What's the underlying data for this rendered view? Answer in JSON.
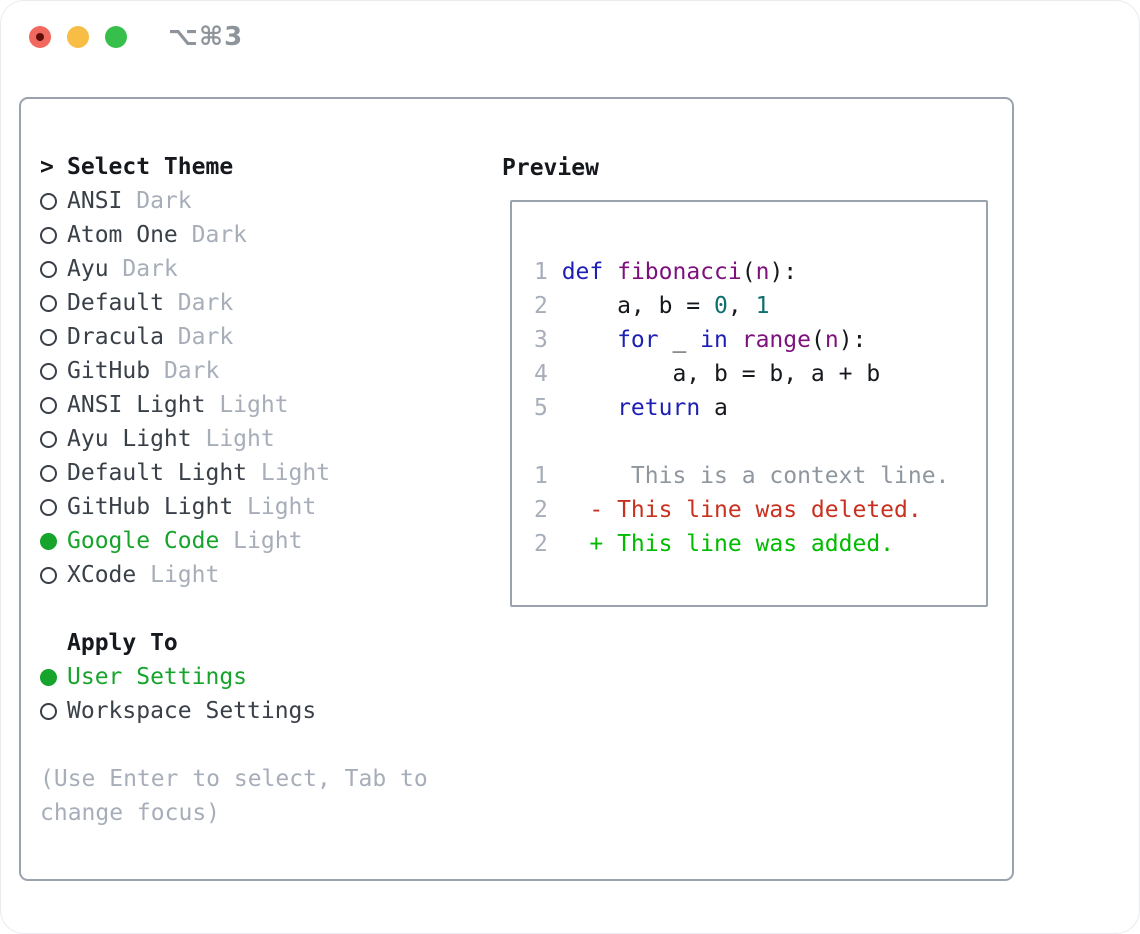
{
  "window": {
    "title": "⌥⌘3"
  },
  "theme_selector": {
    "marker": ">",
    "header": "Select Theme",
    "themes": [
      {
        "name": "ANSI",
        "variant": "Dark",
        "selected": false
      },
      {
        "name": "Atom One",
        "variant": "Dark",
        "selected": false
      },
      {
        "name": "Ayu",
        "variant": "Dark",
        "selected": false
      },
      {
        "name": "Default",
        "variant": "Dark",
        "selected": false
      },
      {
        "name": "Dracula",
        "variant": "Dark",
        "selected": false
      },
      {
        "name": "GitHub",
        "variant": "Dark",
        "selected": false
      },
      {
        "name": "ANSI Light",
        "variant": "Light",
        "selected": false
      },
      {
        "name": "Ayu Light",
        "variant": "Light",
        "selected": false
      },
      {
        "name": "Default Light",
        "variant": "Light",
        "selected": false
      },
      {
        "name": "GitHub Light",
        "variant": "Light",
        "selected": false
      },
      {
        "name": "Google Code",
        "variant": "Light",
        "selected": true
      },
      {
        "name": "XCode",
        "variant": "Light",
        "selected": false
      }
    ],
    "apply_to": {
      "header": "Apply To",
      "options": [
        {
          "name": "User Settings",
          "selected": true
        },
        {
          "name": "Workspace Settings",
          "selected": false
        }
      ]
    },
    "help_lines": [
      "(Use Enter to select, Tab to",
      "change focus)"
    ]
  },
  "preview": {
    "header": "Preview",
    "code_lines": [
      {
        "num": "1",
        "tokens": [
          [
            "def",
            "kwd"
          ],
          [
            " ",
            "pln"
          ],
          [
            "fibonacci",
            "typ"
          ],
          [
            "(",
            "pln"
          ],
          [
            "n",
            "typ"
          ],
          [
            "):",
            "pln"
          ]
        ]
      },
      {
        "num": "2",
        "tokens": [
          [
            "    a, b = ",
            "pln"
          ],
          [
            "0",
            "lit"
          ],
          [
            ", ",
            "pln"
          ],
          [
            "1",
            "lit"
          ]
        ]
      },
      {
        "num": "3",
        "tokens": [
          [
            "    ",
            "pln"
          ],
          [
            "for",
            "kwd"
          ],
          [
            " _ ",
            "pln"
          ],
          [
            "in",
            "kwd"
          ],
          [
            " ",
            "pln"
          ],
          [
            "range",
            "typ"
          ],
          [
            "(",
            "pln"
          ],
          [
            "n",
            "typ"
          ],
          [
            "):",
            "pln"
          ]
        ]
      },
      {
        "num": "4",
        "tokens": [
          [
            "        a, b = b, a + b",
            "pln"
          ]
        ]
      },
      {
        "num": "5",
        "tokens": [
          [
            "    ",
            "pln"
          ],
          [
            "return",
            "kwd"
          ],
          [
            " a",
            "pln"
          ]
        ]
      }
    ],
    "diff_lines": [
      {
        "num": "1",
        "kind": "context",
        "text": "     This is a context line."
      },
      {
        "num": "2",
        "kind": "deleted",
        "text": "  - This line was deleted."
      },
      {
        "num": "2",
        "kind": "added",
        "text": "  + This line was added."
      }
    ]
  },
  "colors": {
    "accent_green": "#17a42c",
    "keyword_blue": "#1d1fb4",
    "identifier_purple": "#7d107d",
    "literal_teal": "#0e6f6f",
    "plain_text": "#15181c",
    "diff_deleted_red": "#c8301f",
    "diff_added_green": "#00bb00",
    "diff_context_gray": "#8f969e",
    "muted_gray": "#a7aeb9",
    "panel_border": "#9aa2ae"
  }
}
